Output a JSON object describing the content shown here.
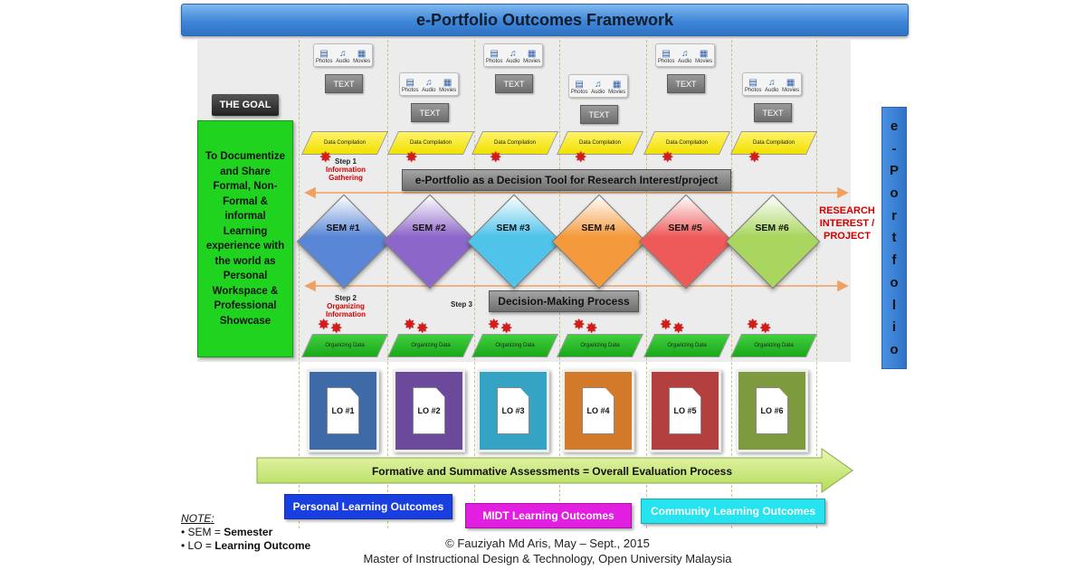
{
  "title": "e-Portfolio Outcomes Framework",
  "goal": {
    "label": "THE GOAL",
    "text": "To Documentize and Share Formal, Non-Formal & informal Learning experience with the world as Personal Workspace & Professional Showcase"
  },
  "side_letters": [
    "e",
    "-",
    "P",
    "o",
    "r",
    "t",
    "f",
    "o",
    "l",
    "i",
    "o"
  ],
  "media": {
    "photos": "Photos",
    "audio": "Audio",
    "movies": "Movies",
    "text": "TEXT"
  },
  "data_compilation": "Data Compilation",
  "organizing_data": "Organizing Data",
  "step1": {
    "title": "Step 1",
    "sub": "Information Gathering"
  },
  "step2": {
    "title": "Step 2",
    "sub": "Organizing Information"
  },
  "step3": {
    "title": "Step 3"
  },
  "banner_top": "e-Portfolio as a Decision Tool for Research Interest/project",
  "banner_mid": "Decision-Making Process",
  "research": "RESEARCH INTEREST / PROJECT",
  "sems": [
    {
      "label": "SEM #1",
      "color": "#5a86d6"
    },
    {
      "label": "SEM #2",
      "color": "#8d66c9"
    },
    {
      "label": "SEM #3",
      "color": "#4fc3ea"
    },
    {
      "label": "SEM #4",
      "color": "#f49a3c"
    },
    {
      "label": "SEM #5",
      "color": "#ee5a5a"
    },
    {
      "label": "SEM #6",
      "color": "#a8d65e"
    }
  ],
  "los": [
    {
      "label": "LO #1",
      "color": "#3e6aa8"
    },
    {
      "label": "LO #2",
      "color": "#6b4a9c"
    },
    {
      "label": "LO #3",
      "color": "#35a3c3"
    },
    {
      "label": "LO #4",
      "color": "#d27a2a"
    },
    {
      "label": "LO #5",
      "color": "#b3403e"
    },
    {
      "label": "LO #6",
      "color": "#7e9a3e"
    }
  ],
  "assessment": "Formative and Summative Assessments = Overall Evaluation Process",
  "outcomes": {
    "personal": "Personal Learning Outcomes",
    "midt": "MIDT Learning Outcomes",
    "community": "Community Learning Outcomes"
  },
  "note": {
    "heading": "NOTE:",
    "sem_key": "• SEM = ",
    "sem_val": "Semester",
    "lo_key": "• LO = ",
    "lo_val": "Learning Outcome"
  },
  "credit": {
    "line1": "© Fauziyah Md Aris, May – Sept., 2015",
    "line2": "Master of Instructional Design & Technology, Open University Malaysia"
  }
}
